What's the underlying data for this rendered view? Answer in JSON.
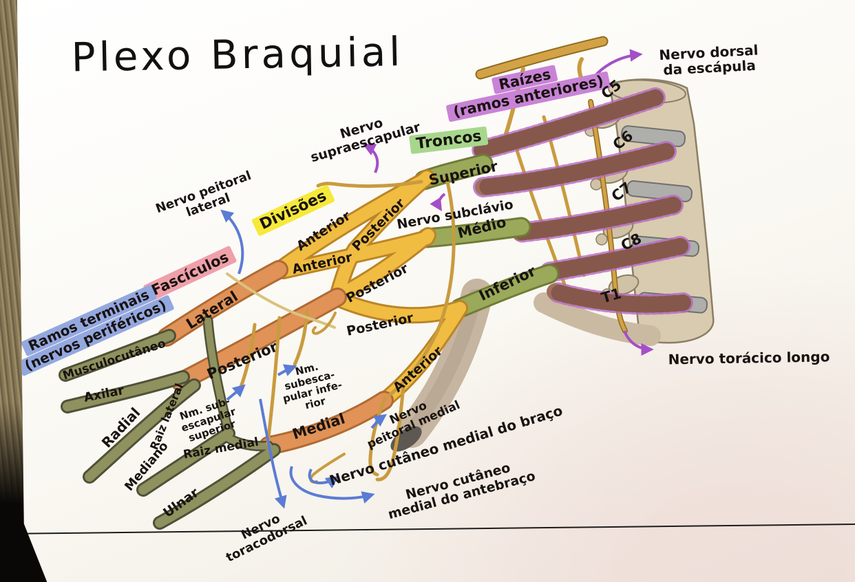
{
  "title": "Plexo Braquial",
  "colors": {
    "highlight_raizes": "#c983d6",
    "highlight_troncos": "#a7d78c",
    "highlight_divisoes": "#f6e93b",
    "highlight_fasciculos": "#efa0ab",
    "highlight_ramos_terminais": "#94a8e0",
    "arrow_blue": "#5b7bd5",
    "arrow_purple": "#a44fc6",
    "roots_brown": "#a5756b",
    "trunk_green": "#9aa95a",
    "division_yellow": "#eeb93a",
    "fascicle_orange": "#df8f53",
    "terminal_olive": "#8f915e",
    "bone": "#d8cbb0"
  },
  "structure_labels": {
    "raizes_line1": "Raízes",
    "raizes_line2": "(ramos anteriores)",
    "troncos": "Troncos",
    "divisoes": "Divisões",
    "fasciculos": "Fascículos",
    "ramos_line1": "Ramos terminais",
    "ramos_line2": "(nervos periféricos)"
  },
  "roots": {
    "c5": "C5",
    "c6": "C6",
    "c7": "C7",
    "c8": "C8",
    "t1": "T1"
  },
  "trunks": {
    "superior": "Superior",
    "medio": "Médio",
    "inferior": "Inferior"
  },
  "divisions": {
    "anterior_superior": "Anterior",
    "posterior_superior": "Posterior",
    "anterior_medio": "Anterior",
    "posterior_medio": "Posterior",
    "posterior_inferior": "Posterior",
    "anterior_inferior": "Anterior"
  },
  "fascicles": {
    "lateral": "Lateral",
    "posterior": "Posterior",
    "medial": "Medial"
  },
  "terminal_branches": {
    "musculocutaneo": "Musculocutâneo",
    "axilar": "Axilar",
    "radial": "Radial",
    "mediano": "Mediano",
    "ulnar": "Ulnar",
    "raiz_lateral": "Raiz lateral",
    "raiz_medial": "Raiz medial"
  },
  "collateral_nerves": {
    "dorsal_escapula_line1": "Nervo dorsal",
    "dorsal_escapula_line2": "da escápula",
    "supraescapular_line1": "Nervo",
    "supraescapular_line2": "supraescapular",
    "subclavio": "Nervo subclávio",
    "toracico_longo": "Nervo torácico longo",
    "peitoral_lateral_line1": "Nervo peitoral",
    "peitoral_lateral_line2": "lateral",
    "peitoral_medial_line1": "Nervo",
    "peitoral_medial_line2": "peitoral medial",
    "subescapular_superior_line1": "Nm. sub-",
    "subescapular_superior_line2": "escapular",
    "subescapular_superior_line3": "superior",
    "subescapular_inferior_line1": "Nm.",
    "subescapular_inferior_line2": "subesca-",
    "subescapular_inferior_line3": "pular infe-",
    "subescapular_inferior_line4": "rior",
    "cutaneo_braco": "Nervo cutâneo medial do braço",
    "cutaneo_antebraco_line1": "Nervo cutâneo",
    "cutaneo_antebraco_line2": "medial do antebraço",
    "toracodorsal_line1": "Nervo",
    "toracodorsal_line2": "toracodorsal"
  }
}
